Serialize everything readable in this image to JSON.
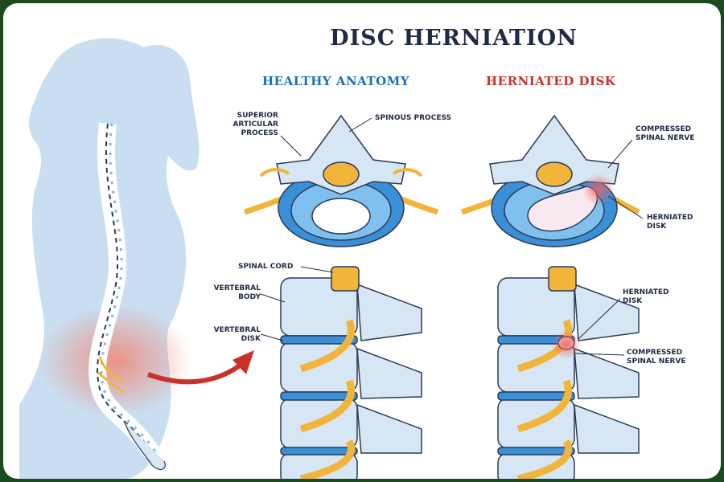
{
  "title": "DISC HERNIATION",
  "panels": {
    "healthy": {
      "label": "HEALTHY ANATOMY",
      "color": "#1f6fb3"
    },
    "herniated": {
      "label": "HERNIATED DISK",
      "color": "#c8322a"
    }
  },
  "labels": {
    "superior_articular_process": "SUPERIOR\nARTICULAR\nPROCESS",
    "spinous_process": "SPINOUS PROCESS",
    "compressed_spinal_nerve_top": "COMPRESSED\nSPINAL NERVE",
    "herniated_disk_top": "HERNIATED\nDISK",
    "spinal_cord": "SPINAL CORD",
    "vertebral_body": "VERTEBRAL\nBODY",
    "vertebral_disk": "VERTEBRAL\nDISK",
    "herniated_disk_side": "HERNIATED\nDISK",
    "compressed_spinal_nerve_side": "COMPRESSED\nSPINAL NERVE"
  },
  "colors": {
    "bone": "#d6e6f5",
    "bone_outline": "#2b3a55",
    "disc": "#3b8fd6",
    "nerve": "#f2b53a",
    "silhouette": "#c9def0",
    "pain": "#f08a7a",
    "arrow": "#c8322a"
  }
}
